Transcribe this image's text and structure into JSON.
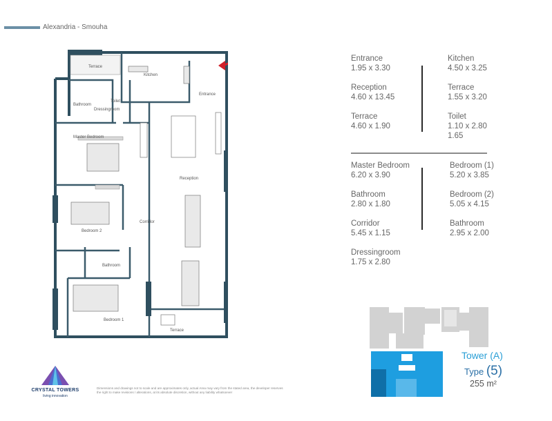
{
  "header": {
    "location": "Alexandria - Smouha"
  },
  "plan_labels": {
    "terrace_top": "Terrace",
    "kitchen": "Kitchen",
    "entrance": "Entrance",
    "bathroom_top": "Bathroom",
    "dressingroom": "Dressingroom",
    "toilet": "Toilet",
    "master_bedroom": "Master Bedroom",
    "reception": "Reception",
    "bedroom_2": "Bedroom 2",
    "corridor": "Corridor",
    "bathroom_mid": "Bathroom",
    "bedroom_1": "Bedroom 1",
    "terrace_bottom": "Terrace"
  },
  "dimensions_top_left": [
    {
      "name": "Entrance",
      "value": "1.95 x 3.30"
    },
    {
      "name": "Reception",
      "value": "4.60 x 13.45"
    },
    {
      "name": "Terrace",
      "value": "4.60 x 1.90"
    }
  ],
  "dimensions_top_right": [
    {
      "name": "Kitchen",
      "value": "4.50 x 3.25"
    },
    {
      "name": "Terrace",
      "value": "1.55 x 3.20"
    },
    {
      "name": "Toilet",
      "value": "1.10 x 2.80",
      "extra": "1.65"
    }
  ],
  "dimensions_bottom_left": [
    {
      "name": "Master Bedroom",
      "value": "6.20 x 3.90"
    },
    {
      "name": "Bathroom",
      "value": "2.80 x 1.80"
    },
    {
      "name": "Corridor",
      "value": "5.45 x 1.15"
    },
    {
      "name": "Dressingroom",
      "value": "1.75 x 2.80"
    }
  ],
  "dimensions_bottom_right": [
    {
      "name": "Bedroom (1)",
      "value": "5.20 x 3.85"
    },
    {
      "name": "Bedroom (2)",
      "value": "5.05 x 4.15"
    },
    {
      "name": "Bathroom",
      "value": "2.95 x 2.00"
    }
  ],
  "unit": {
    "tower": "Tower (A)",
    "type_prefix": "Type",
    "type_number": "(5)",
    "area": "255 m²"
  },
  "brand": {
    "name": "CRYSTAL TOWERS",
    "tagline": "living innovation"
  },
  "disclaimer": "Dimensions and drawings not to scale and are approximates only, actual Area may vary from the stated area, the developer reserves the right to make revisions / alterations, at its absolute discretion, without any liability whatsoever",
  "colors": {
    "accent": "#2a9fd6",
    "wall": "#2f4f5f",
    "highlight": "#1e9ee0"
  }
}
